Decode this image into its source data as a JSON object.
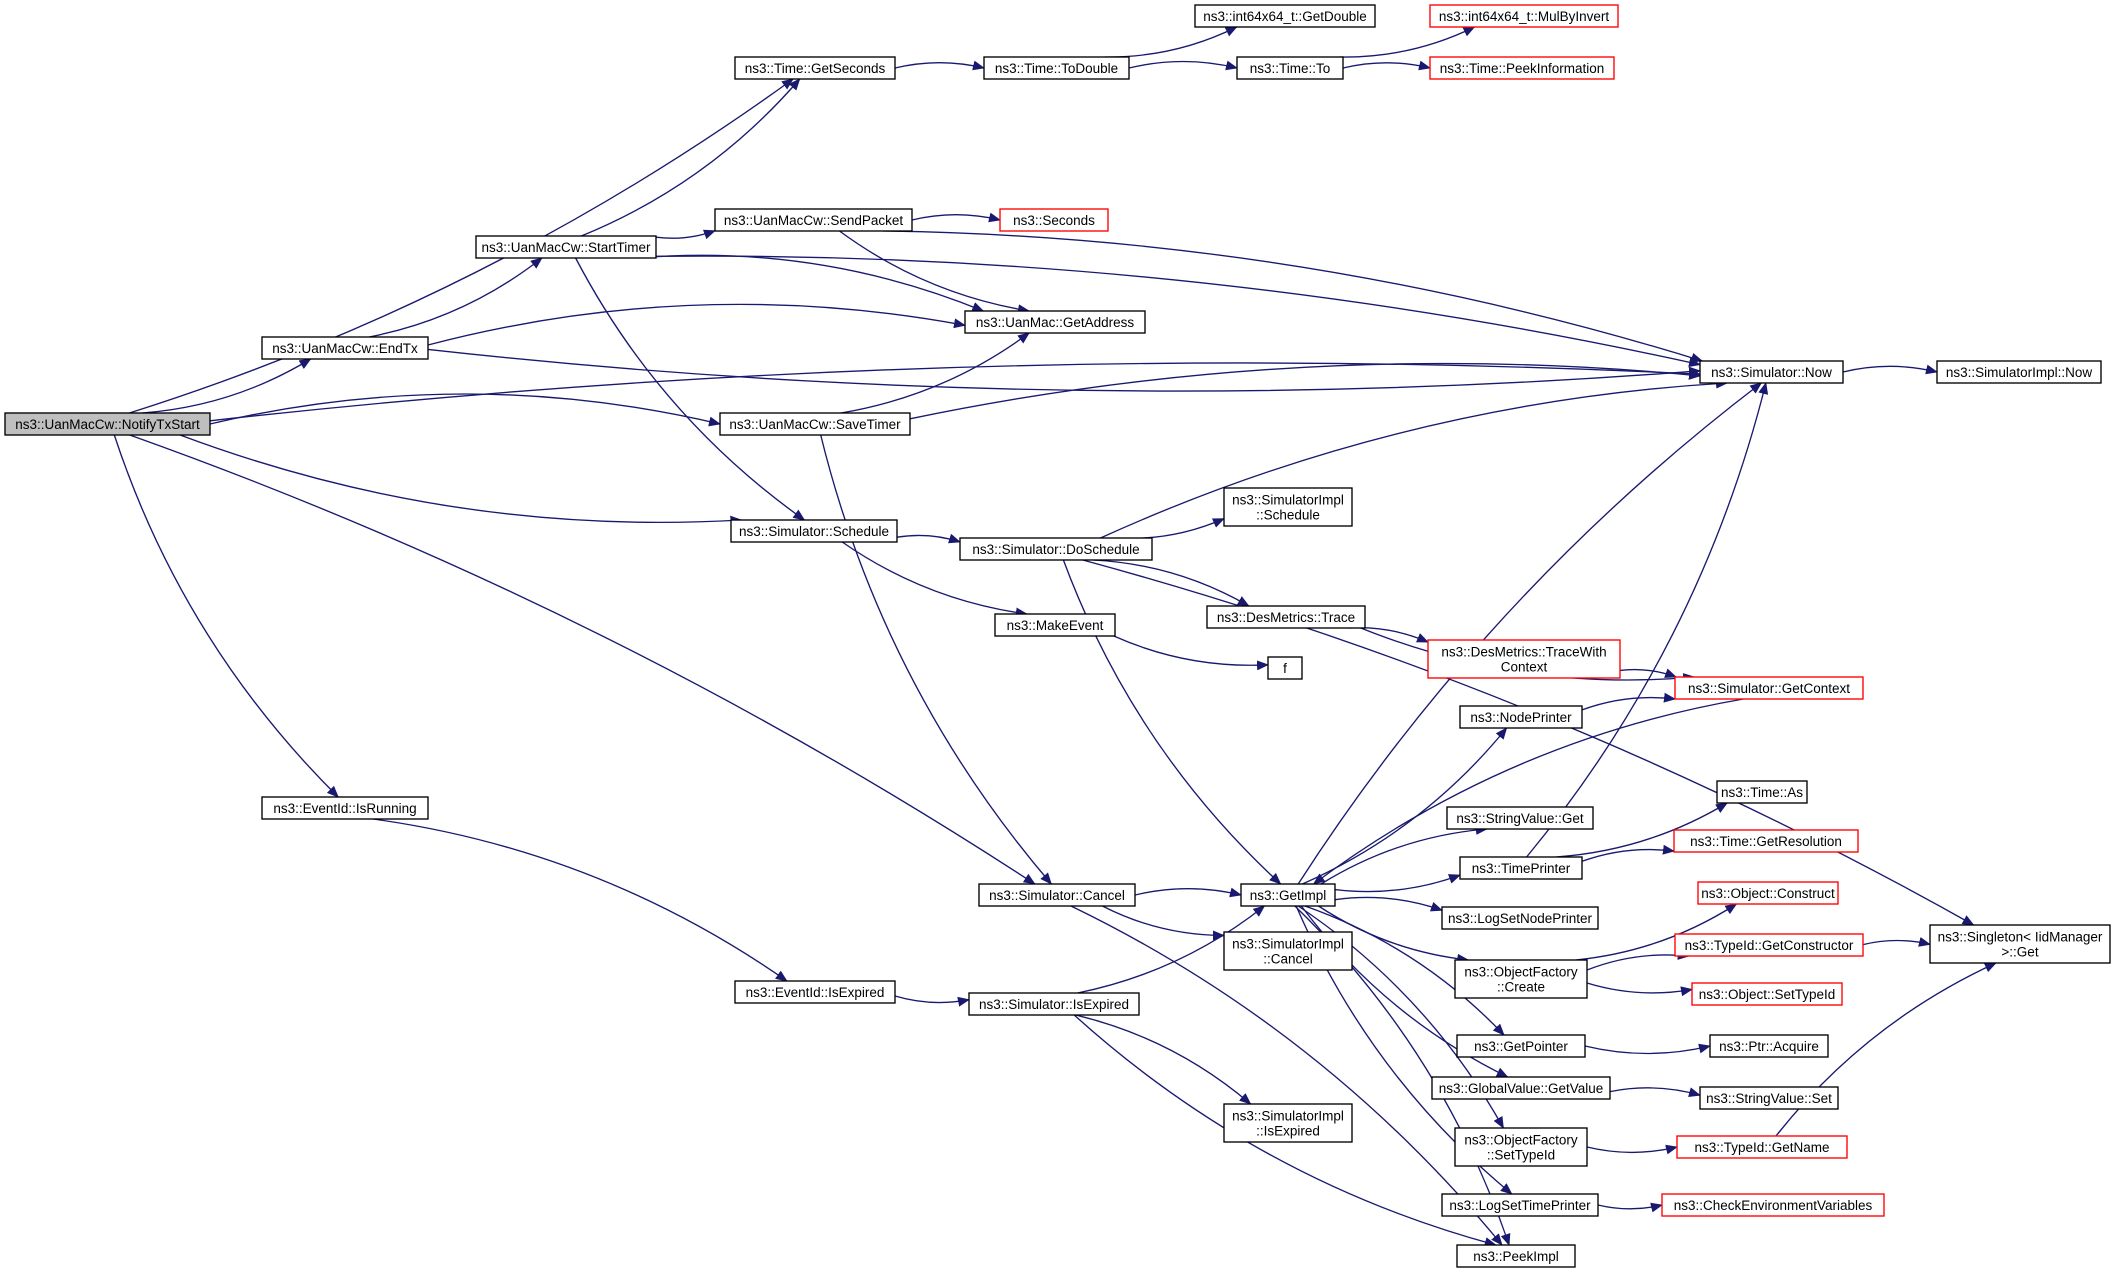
{
  "colors": {
    "edge": "#191970",
    "node_border": "#000000",
    "node_border_truncated": "#ff0000",
    "node_fill": "#ffffff",
    "root_fill": "#bfbfbf",
    "text": "#000000"
  },
  "nodes": [
    {
      "id": "n0",
      "lines": [
        "ns3::UanMacCw::NotifyTxStart"
      ],
      "root": true
    },
    {
      "id": "n1",
      "lines": [
        "ns3::Time::GetSeconds"
      ]
    },
    {
      "id": "n2",
      "lines": [
        "ns3::Time::ToDouble"
      ]
    },
    {
      "id": "n3",
      "lines": [
        "ns3::int64x64_t::GetDouble"
      ]
    },
    {
      "id": "n4",
      "lines": [
        "ns3::int64x64_t::MulByInvert"
      ],
      "truncated": true
    },
    {
      "id": "n5",
      "lines": [
        "ns3::Time::To"
      ]
    },
    {
      "id": "n6",
      "lines": [
        "ns3::Time::PeekInformation"
      ],
      "truncated": true
    },
    {
      "id": "n7",
      "lines": [
        "ns3::UanMacCw::StartTimer"
      ]
    },
    {
      "id": "n8",
      "lines": [
        "ns3::UanMacCw::SendPacket"
      ]
    },
    {
      "id": "n9",
      "lines": [
        "ns3::Seconds"
      ],
      "truncated": true
    },
    {
      "id": "n10",
      "lines": [
        "ns3::UanMac::GetAddress"
      ]
    },
    {
      "id": "n11",
      "lines": [
        "ns3::UanMacCw::EndTx"
      ]
    },
    {
      "id": "n12",
      "lines": [
        "ns3::Simulator::Now"
      ]
    },
    {
      "id": "n13",
      "lines": [
        "ns3::SimulatorImpl::Now"
      ]
    },
    {
      "id": "n14",
      "lines": [
        "ns3::UanMacCw::SaveTimer"
      ]
    },
    {
      "id": "n15",
      "lines": [
        "ns3::Simulator::Schedule"
      ]
    },
    {
      "id": "n16",
      "lines": [
        "ns3::Simulator::DoSchedule"
      ]
    },
    {
      "id": "n17",
      "lines": [
        "ns3::SimulatorImpl",
        "::Schedule"
      ]
    },
    {
      "id": "n18",
      "lines": [
        "ns3::MakeEvent"
      ]
    },
    {
      "id": "n19",
      "lines": [
        "ns3::DesMetrics::Trace"
      ]
    },
    {
      "id": "n20",
      "lines": [
        "f"
      ]
    },
    {
      "id": "n21",
      "lines": [
        "ns3::DesMetrics::TraceWith",
        "Context"
      ],
      "truncated": true
    },
    {
      "id": "n22",
      "lines": [
        "ns3::Simulator::GetContext"
      ],
      "truncated": true
    },
    {
      "id": "n23",
      "lines": [
        "ns3::NodePrinter"
      ]
    },
    {
      "id": "n24",
      "lines": [
        "ns3::EventId::IsRunning"
      ]
    },
    {
      "id": "n25",
      "lines": [
        "ns3::StringValue::Get"
      ]
    },
    {
      "id": "n26",
      "lines": [
        "ns3::Time::As"
      ]
    },
    {
      "id": "n27",
      "lines": [
        "ns3::TimePrinter"
      ]
    },
    {
      "id": "n28",
      "lines": [
        "ns3::Time::GetResolution"
      ],
      "truncated": true
    },
    {
      "id": "n29",
      "lines": [
        "ns3::Simulator::Cancel"
      ]
    },
    {
      "id": "n30",
      "lines": [
        "ns3::GetImpl"
      ]
    },
    {
      "id": "n31",
      "lines": [
        "ns3::Object::Construct"
      ],
      "truncated": true
    },
    {
      "id": "n32",
      "lines": [
        "ns3::LogSetNodePrinter"
      ]
    },
    {
      "id": "n33",
      "lines": [
        "ns3::SimulatorImpl",
        "::Cancel"
      ]
    },
    {
      "id": "n34",
      "lines": [
        "ns3::TypeId::GetConstructor"
      ],
      "truncated": true
    },
    {
      "id": "n35",
      "lines": [
        "ns3::Singleton< IidManager",
        " >::Get"
      ]
    },
    {
      "id": "n36",
      "lines": [
        "ns3::ObjectFactory",
        "::Create"
      ]
    },
    {
      "id": "n37",
      "lines": [
        "ns3::Object::SetTypeId"
      ],
      "truncated": true
    },
    {
      "id": "n38",
      "lines": [
        "ns3::EventId::IsExpired"
      ]
    },
    {
      "id": "n39",
      "lines": [
        "ns3::Simulator::IsExpired"
      ]
    },
    {
      "id": "n40",
      "lines": [
        "ns3::GetPointer"
      ]
    },
    {
      "id": "n41",
      "lines": [
        "ns3::Ptr::Acquire"
      ]
    },
    {
      "id": "n42",
      "lines": [
        "ns3::GlobalValue::GetValue"
      ]
    },
    {
      "id": "n43",
      "lines": [
        "ns3::StringValue::Set"
      ]
    },
    {
      "id": "n44",
      "lines": [
        "ns3::SimulatorImpl",
        "::IsExpired"
      ]
    },
    {
      "id": "n45",
      "lines": [
        "ns3::ObjectFactory",
        "::SetTypeId"
      ]
    },
    {
      "id": "n46",
      "lines": [
        "ns3::TypeId::GetName"
      ],
      "truncated": true
    },
    {
      "id": "n47",
      "lines": [
        "ns3::LogSetTimePrinter"
      ]
    },
    {
      "id": "n48",
      "lines": [
        "ns3::CheckEnvironmentVariables"
      ],
      "truncated": true
    },
    {
      "id": "n49",
      "lines": [
        "ns3::PeekImpl"
      ]
    }
  ],
  "edges": [
    [
      "n0",
      "n1"
    ],
    [
      "n0",
      "n12"
    ],
    [
      "n0",
      "n11"
    ],
    [
      "n0",
      "n14"
    ],
    [
      "n0",
      "n15"
    ],
    [
      "n0",
      "n29"
    ],
    [
      "n0",
      "n24"
    ],
    [
      "n1",
      "n2"
    ],
    [
      "n2",
      "n3"
    ],
    [
      "n2",
      "n5"
    ],
    [
      "n5",
      "n4"
    ],
    [
      "n5",
      "n6"
    ],
    [
      "n7",
      "n1"
    ],
    [
      "n7",
      "n12"
    ],
    [
      "n7",
      "n8"
    ],
    [
      "n7",
      "n10"
    ],
    [
      "n7",
      "n15"
    ],
    [
      "n8",
      "n9"
    ],
    [
      "n8",
      "n10"
    ],
    [
      "n8",
      "n12"
    ],
    [
      "n11",
      "n7"
    ],
    [
      "n11",
      "n10"
    ],
    [
      "n11",
      "n12"
    ],
    [
      "n12",
      "n13"
    ],
    [
      "n14",
      "n10"
    ],
    [
      "n14",
      "n12"
    ],
    [
      "n14",
      "n29"
    ],
    [
      "n15",
      "n16"
    ],
    [
      "n15",
      "n18"
    ],
    [
      "n16",
      "n12"
    ],
    [
      "n16",
      "n17"
    ],
    [
      "n16",
      "n19"
    ],
    [
      "n16",
      "n30"
    ],
    [
      "n16",
      "n35"
    ],
    [
      "n18",
      "n20"
    ],
    [
      "n19",
      "n21"
    ],
    [
      "n19",
      "n22"
    ],
    [
      "n21",
      "n22"
    ],
    [
      "n22",
      "n30"
    ],
    [
      "n23",
      "n22"
    ],
    [
      "n27",
      "n12"
    ],
    [
      "n24",
      "n38"
    ],
    [
      "n38",
      "n39"
    ],
    [
      "n29",
      "n30"
    ],
    [
      "n29",
      "n33"
    ],
    [
      "n29",
      "n49"
    ],
    [
      "n39",
      "n30"
    ],
    [
      "n39",
      "n44"
    ],
    [
      "n39",
      "n49"
    ],
    [
      "n30",
      "n12"
    ],
    [
      "n30",
      "n23"
    ],
    [
      "n30",
      "n25"
    ],
    [
      "n30",
      "n27"
    ],
    [
      "n30",
      "n32"
    ],
    [
      "n30",
      "n36"
    ],
    [
      "n30",
      "n40"
    ],
    [
      "n30",
      "n42"
    ],
    [
      "n30",
      "n45"
    ],
    [
      "n30",
      "n47"
    ],
    [
      "n30",
      "n49"
    ],
    [
      "n27",
      "n26"
    ],
    [
      "n27",
      "n28"
    ],
    [
      "n36",
      "n31"
    ],
    [
      "n36",
      "n34"
    ],
    [
      "n36",
      "n37"
    ],
    [
      "n34",
      "n35"
    ],
    [
      "n40",
      "n41"
    ],
    [
      "n42",
      "n43"
    ],
    [
      "n45",
      "n46"
    ],
    [
      "n46",
      "n35"
    ],
    [
      "n47",
      "n48"
    ]
  ]
}
